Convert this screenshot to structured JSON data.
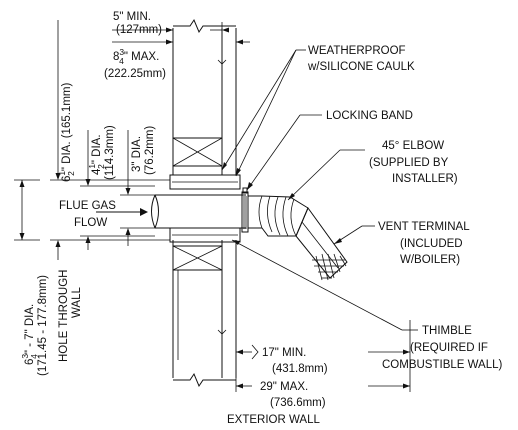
{
  "dimensions": {
    "min_wall": "5\" MIN.",
    "min_wall_mm": "(127mm)",
    "max_wall_whole": "8",
    "max_wall_num": "3",
    "max_wall_den": "4",
    "max_wall_suffix": "\" MAX.",
    "max_wall_mm": "(222.25mm)",
    "dia1_whole": "6",
    "dia1_num": "1",
    "dia1_den": "2",
    "dia1_suffix": "\" DIA. (165.1mm)",
    "dia2_whole": "4",
    "dia2_num": "1",
    "dia2_den": "2",
    "dia2_suffix": "\" DIA.",
    "dia2_mm": "(114.3mm)",
    "dia3": "3\" DIA.",
    "dia3_mm": "(76.2mm)",
    "hole_whole": "6",
    "hole_num": "3",
    "hole_den": "4",
    "hole_suffix": "\" - 7\" DIA.",
    "hole_mm": "(171.45 - 177.8mm)",
    "hole_line1": "HOLE THROUGH",
    "hole_line2": "WALL",
    "ext_min": "17\" MIN.",
    "ext_min_mm": "(431.8mm)",
    "ext_max": "29\" MAX.",
    "ext_max_mm": "(736.6mm)",
    "exterior_wall": "EXTERIOR WALL"
  },
  "callouts": {
    "weatherproof_1": "WEATHERPROOF",
    "weatherproof_2": "w/SILICONE CAULK",
    "locking_band": "LOCKING BAND",
    "elbow_1": "45° ELBOW",
    "elbow_2": "(SUPPLIED BY",
    "elbow_3": "INSTALLER)",
    "vent_1": "VENT TERMINAL",
    "vent_2": "(INCLUDED",
    "vent_3": "W/BOILER)",
    "thimble_1": "THIMBLE",
    "thimble_2": "(REQUIRED IF",
    "thimble_3": "COMBUSTIBLE WALL)"
  },
  "flow": {
    "line1": "FLUE GAS",
    "line2": "FLOW"
  }
}
